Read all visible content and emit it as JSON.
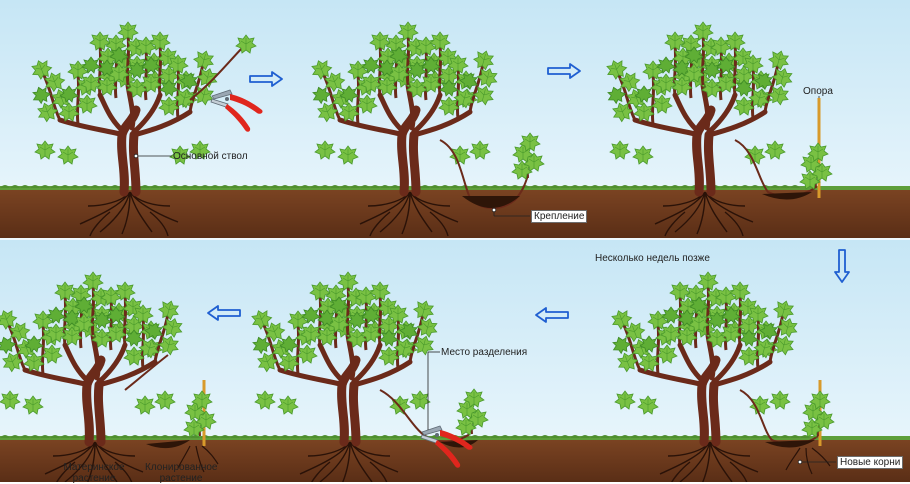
{
  "labels": {
    "main_trunk": "Основной ствол",
    "fastening": "Крепление",
    "support": "Опора",
    "weeks_later": "Несколько недель позже",
    "separation_point": "Место разделения",
    "new_roots": "Новые корни",
    "mother_plant_line1": "Материнское",
    "mother_plant_line2": "растение",
    "cloned_plant_line1": "Клонированное",
    "cloned_plant_line2": "растение"
  },
  "colors": {
    "sky_top": "#c9e8f6",
    "sky_bottom": "#eef8fd",
    "grass": "#5d9e3a",
    "soil": "#6b3a1f",
    "trunk": "#6b2a1a",
    "leaf": "#79c143",
    "leaf_dark": "#3f8f2a",
    "arrow": "#1f5fd1",
    "pruner_handle": "#e0261d",
    "pruner_blade": "#9aa7b3",
    "support_pole": "#d89a2b"
  },
  "icons": {
    "flow_arrow": "double-arrow-icon",
    "tool": "pruning-shears-icon"
  }
}
